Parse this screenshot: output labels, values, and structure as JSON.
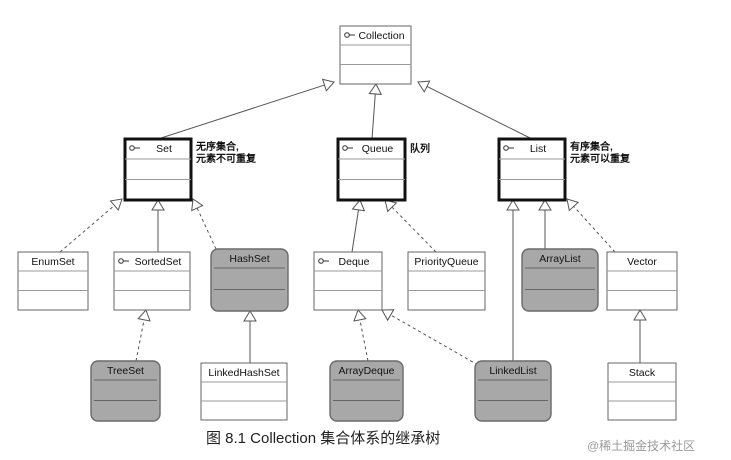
{
  "nodes": {
    "collection": {
      "name": "Collection",
      "interface": true,
      "style": "plain"
    },
    "set": {
      "name": "Set",
      "interface": true,
      "style": "bold"
    },
    "queue": {
      "name": "Queue",
      "interface": true,
      "style": "bold"
    },
    "list": {
      "name": "List",
      "interface": true,
      "style": "bold"
    },
    "enumset": {
      "name": "EnumSet",
      "interface": false,
      "style": "plain"
    },
    "sortedset": {
      "name": "SortedSet",
      "interface": true,
      "style": "plain"
    },
    "hashset": {
      "name": "HashSet",
      "interface": false,
      "style": "gray"
    },
    "deque": {
      "name": "Deque",
      "interface": true,
      "style": "plain"
    },
    "priorityqueue": {
      "name": "PriorityQueue",
      "interface": false,
      "style": "plain"
    },
    "arraylist": {
      "name": "ArrayList",
      "interface": false,
      "style": "gray"
    },
    "vector": {
      "name": "Vector",
      "interface": false,
      "style": "plain"
    },
    "treeset": {
      "name": "TreeSet",
      "interface": false,
      "style": "gray"
    },
    "linkedhashset": {
      "name": "LinkedHashSet",
      "interface": false,
      "style": "plain"
    },
    "arraydeque": {
      "name": "ArrayDeque",
      "interface": false,
      "style": "gray"
    },
    "linkedlist": {
      "name": "LinkedList",
      "interface": false,
      "style": "gray"
    },
    "stack": {
      "name": "Stack",
      "interface": false,
      "style": "plain"
    }
  },
  "notes": {
    "set": [
      "无序集合,",
      "元素不可重复"
    ],
    "queue": [
      "队列"
    ],
    "list": [
      "有序集合,",
      "元素可以重复"
    ]
  },
  "caption": "图 8.1    Collection 集合体系的继承树",
  "watermark": "@稀土掘金技术社区",
  "colors": {
    "gray_fill": "#a8a8a8",
    "plain_fill": "#ffffff",
    "line": "#555555",
    "bold_border": "#111111"
  }
}
